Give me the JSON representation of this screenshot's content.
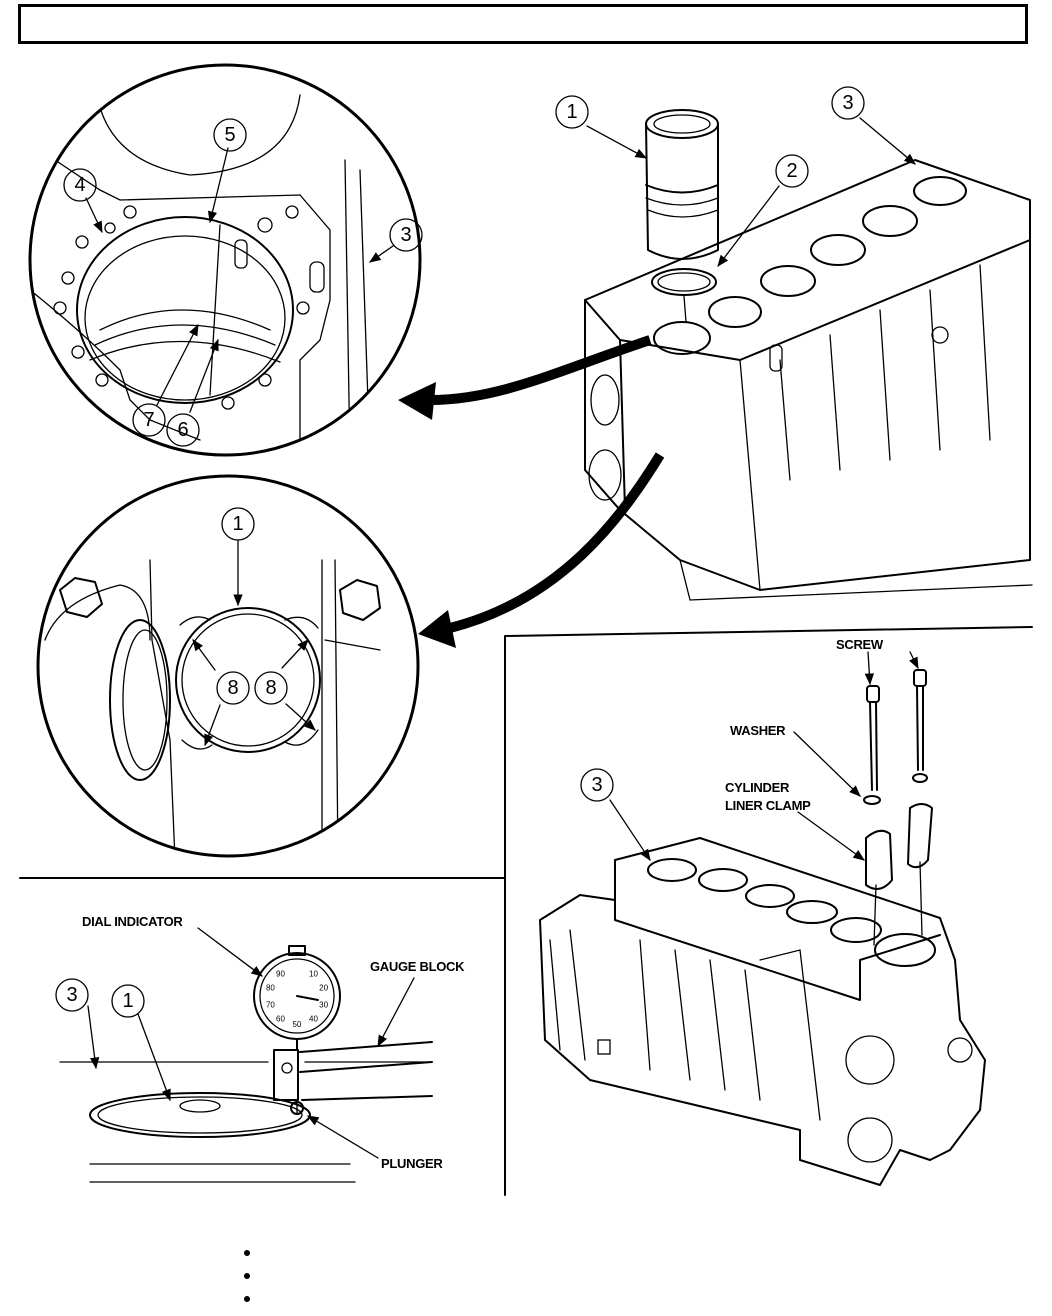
{
  "callouts": {
    "c1": "1",
    "c2": "2",
    "c3": "3",
    "c4": "4",
    "c5": "5",
    "c6": "6",
    "c7": "7",
    "c8": "8"
  },
  "labels": {
    "screw": "SCREW",
    "washer": "WASHER",
    "clamp_line1": "CYLINDER",
    "clamp_line2": "LINER CLAMP",
    "dial_indicator": "DIAL INDICATOR",
    "gauge_block": "GAUGE BLOCK",
    "plunger": "PLUNGER"
  },
  "dial": {
    "ticks": [
      "10",
      "20",
      "30",
      "40",
      "50",
      "60",
      "70",
      "80",
      "90"
    ]
  },
  "colors": {
    "ink": "#000000",
    "paper": "#ffffff"
  }
}
